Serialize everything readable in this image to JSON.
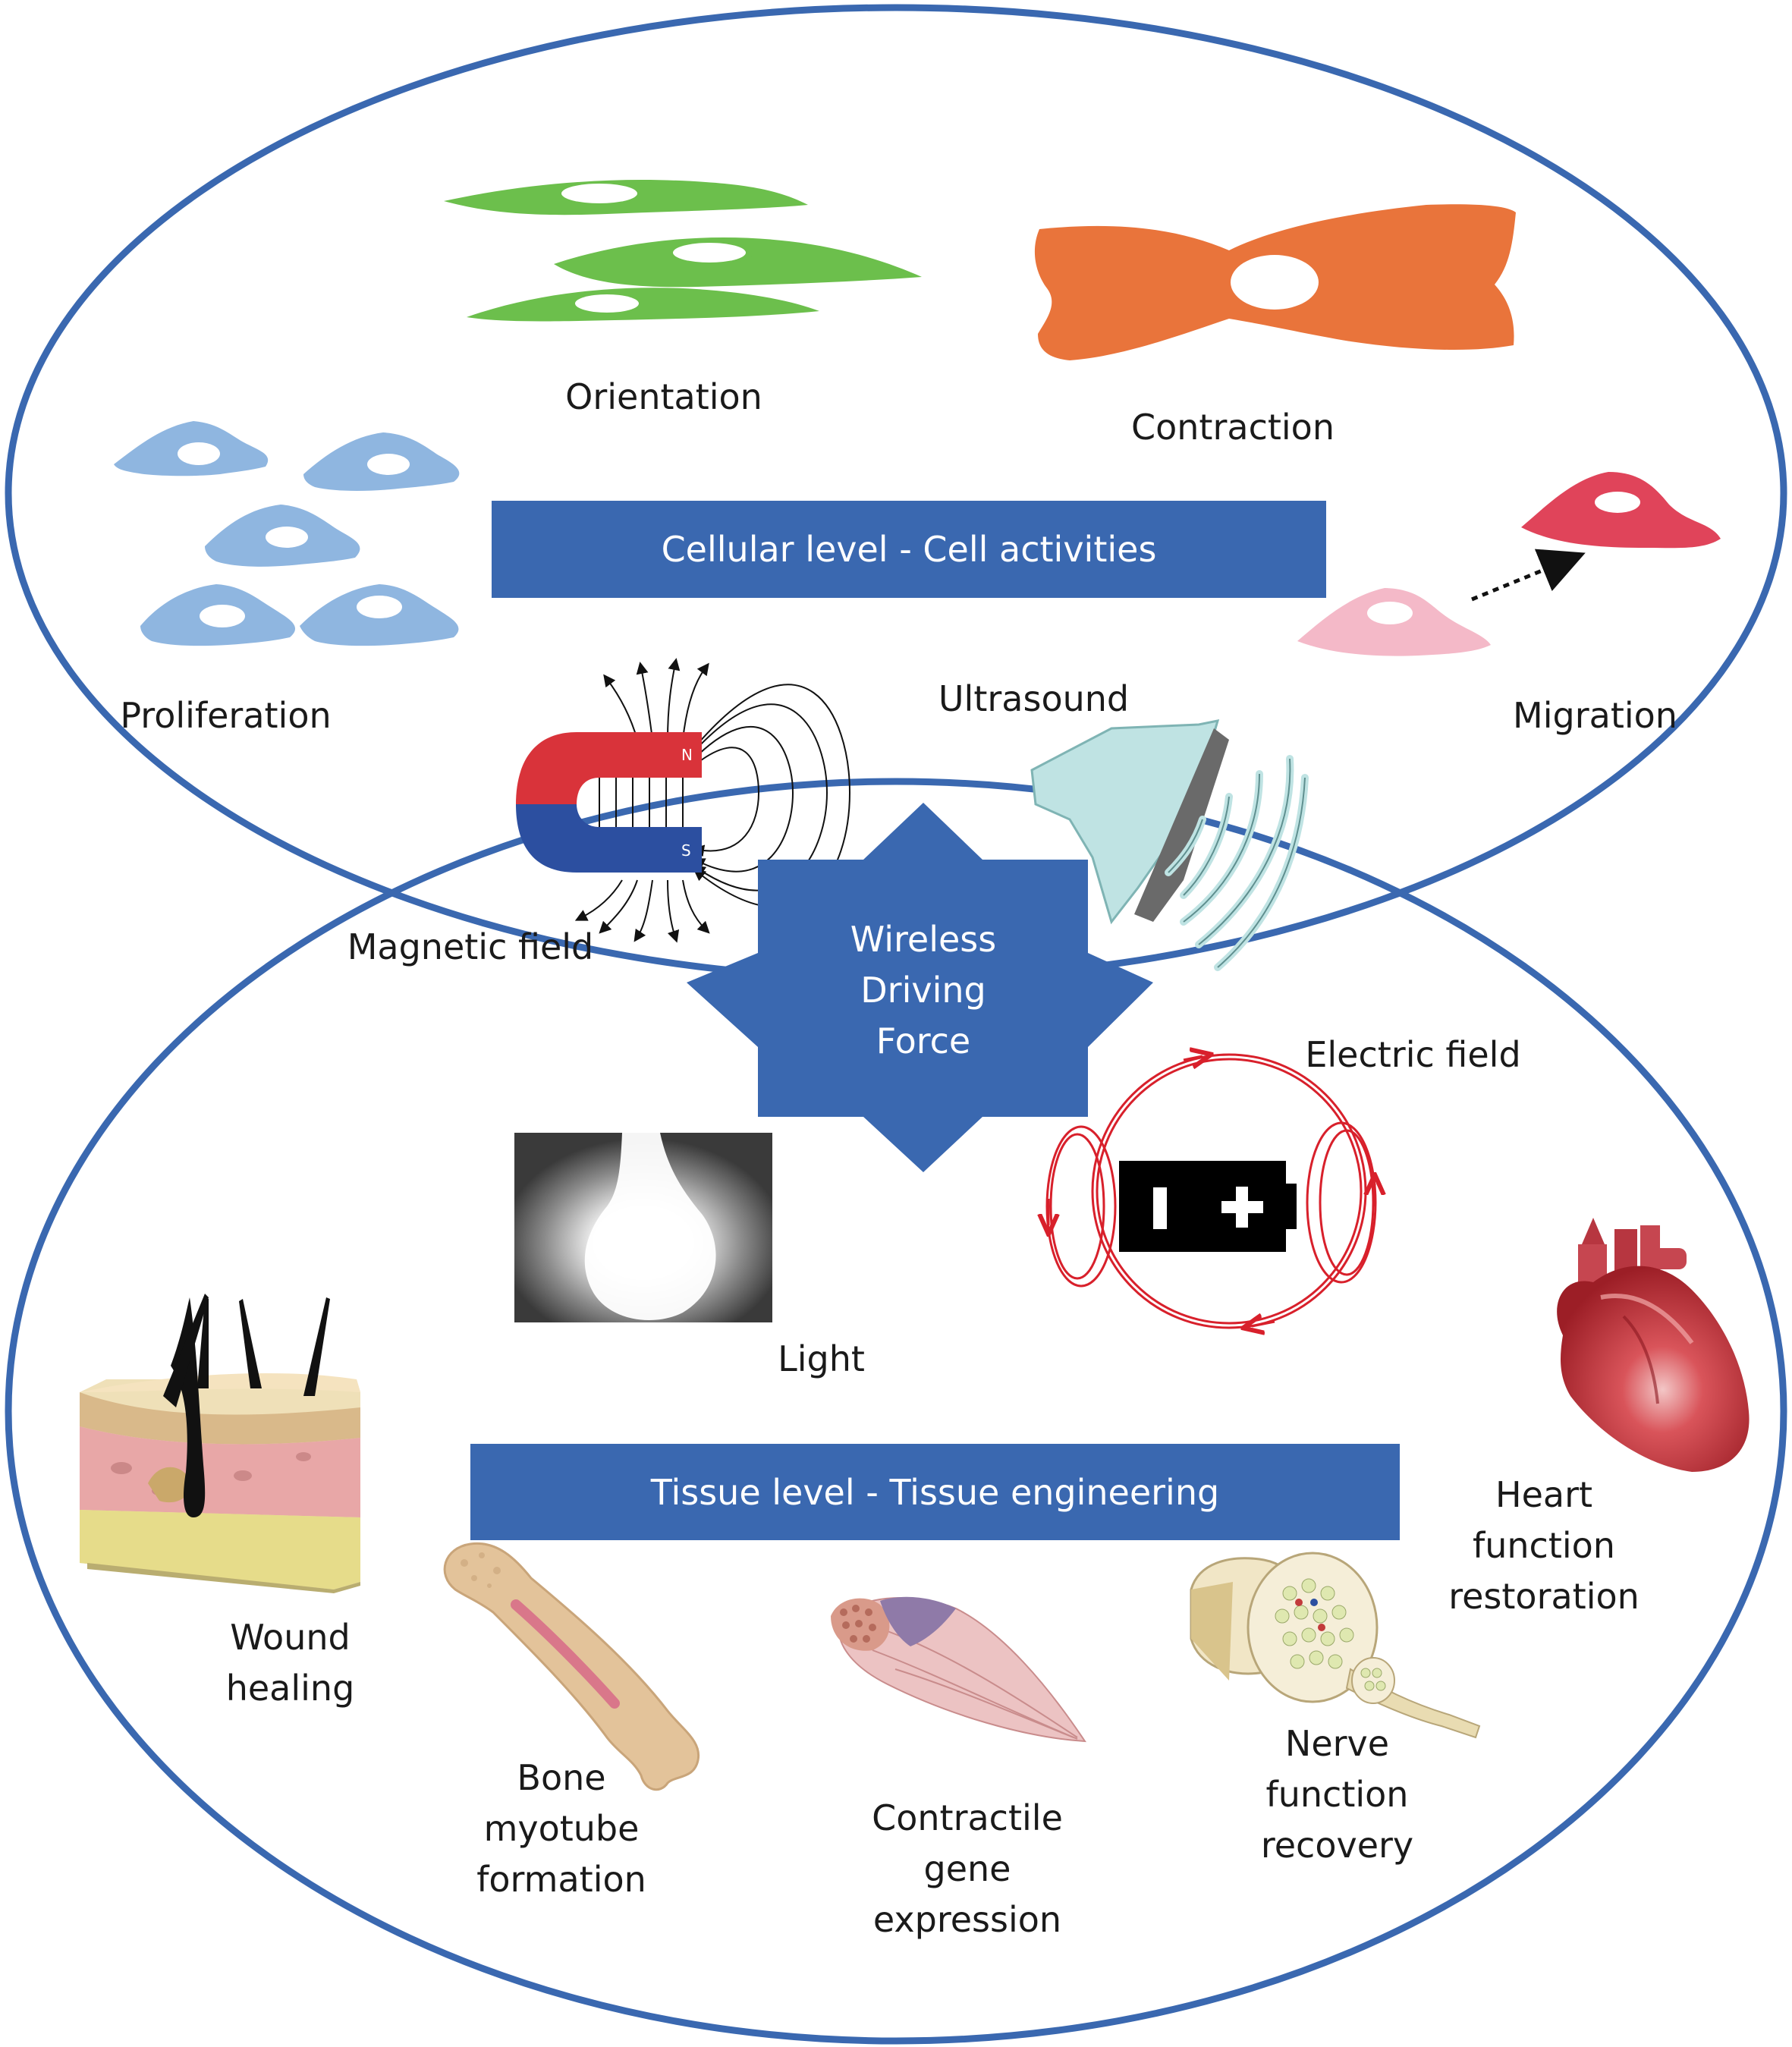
{
  "colors": {
    "ellipse_stroke": "#3a68b0",
    "banner_fill": "#3a68b0",
    "green_cell": "#6cbf4c",
    "orange_cell": "#e9743b",
    "blue_cell": "#8fb6e0",
    "migration_red": "#e0445a",
    "migration_pink": "#f4b9c8",
    "magnet_red": "#d9333a",
    "magnet_blue": "#2c4fa0",
    "electric_red": "#d8202b",
    "ultrasound_cyan": "#bfe3e3"
  },
  "cellular": {
    "banner": "Cellular level - Cell activities",
    "orientation": "Orientation",
    "contraction": "Contraction",
    "proliferation": "Proliferation",
    "migration": "Migration"
  },
  "drivers": {
    "center": [
      "Wireless",
      "Driving",
      "Force"
    ],
    "magnetic": "Magnetic field",
    "ultrasound": "Ultrasound",
    "electric": "Electric field",
    "light": "Light",
    "magnet_n": "N",
    "magnet_s": "S"
  },
  "tissue": {
    "banner": "Tissue level - Tissue engineering",
    "wound": [
      "Wound",
      "healing"
    ],
    "bone": [
      "Bone",
      "myotube",
      "formation"
    ],
    "contractile": [
      "Contractile",
      "gene",
      "expression"
    ],
    "nerve": [
      "Nerve",
      "function",
      "recovery"
    ],
    "heart": [
      "Heart",
      "function",
      "restoration"
    ]
  }
}
